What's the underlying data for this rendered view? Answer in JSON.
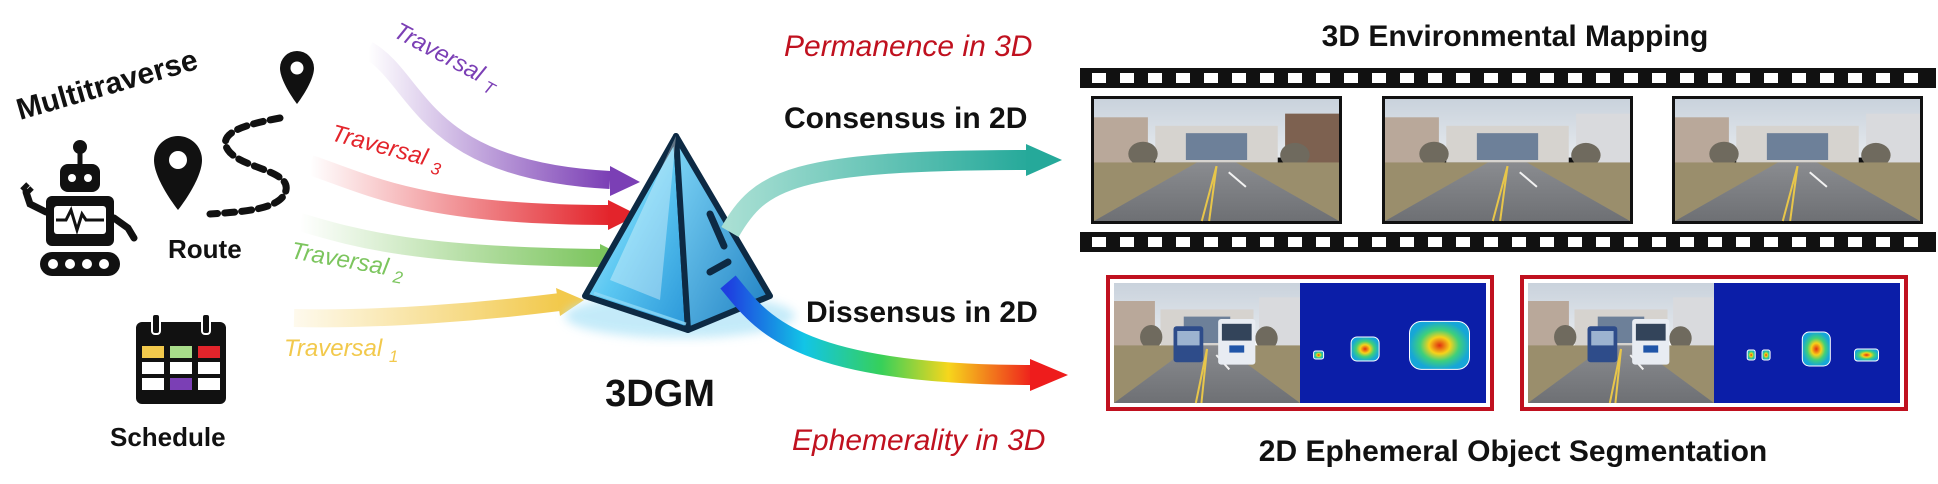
{
  "left": {
    "title": "Multitraverse",
    "route_label": "Route",
    "schedule_label": "Schedule",
    "icons": [
      "robot-icon",
      "map-pin-icon",
      "calendar-icon"
    ]
  },
  "traversals": [
    {
      "label": "Traversal T",
      "base": "Traversal",
      "sub": "T",
      "color": "#7b3fb5"
    },
    {
      "label": "Traversal 3",
      "base": "Traversal",
      "sub": "3",
      "color": "#e3242b"
    },
    {
      "label": "Traversal 2",
      "base": "Traversal",
      "sub": "2",
      "color": "#7cc55e"
    },
    {
      "label": "Traversal 1",
      "base": "Traversal",
      "sub": "1",
      "color": "#f2c94c"
    }
  ],
  "center": {
    "label": "3DGM",
    "icon": "pyramid-icon"
  },
  "outputs": {
    "permanence": "Permanence in 3D",
    "consensus": "Consensus in 2D",
    "dissensus": "Dissensus in 2D",
    "ephemerality": "Ephemerality in 3D",
    "accent": "#c0111f"
  },
  "right": {
    "mapping_title": "3D Environmental Mapping",
    "segmentation_title": "2D Ephemeral Object Segmentation",
    "frame_color": "#c0111f"
  }
}
